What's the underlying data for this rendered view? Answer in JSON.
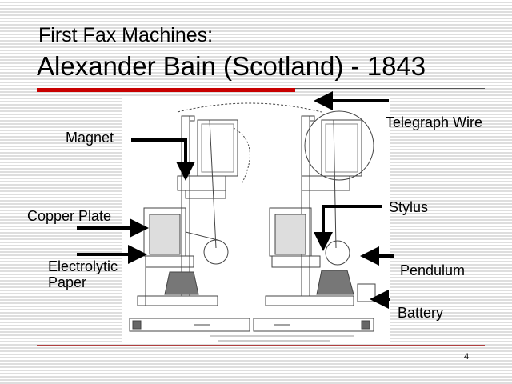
{
  "slide": {
    "title_line1": "First Fax Machines:",
    "title_line2": "Alexander Bain (Scotland) - 1843",
    "page_number": "4"
  },
  "labels": {
    "magnet": "Magnet",
    "copper_plate": "Copper Plate",
    "electrolytic_line1": "Electrolytic",
    "electrolytic_line2": "Paper",
    "telegraph_wire": "Telegraph Wire",
    "stylus": "Stylus",
    "pendulum": "Pendulum",
    "battery": "Battery"
  },
  "colors": {
    "accent_red": "#c80000",
    "text": "#000000"
  }
}
